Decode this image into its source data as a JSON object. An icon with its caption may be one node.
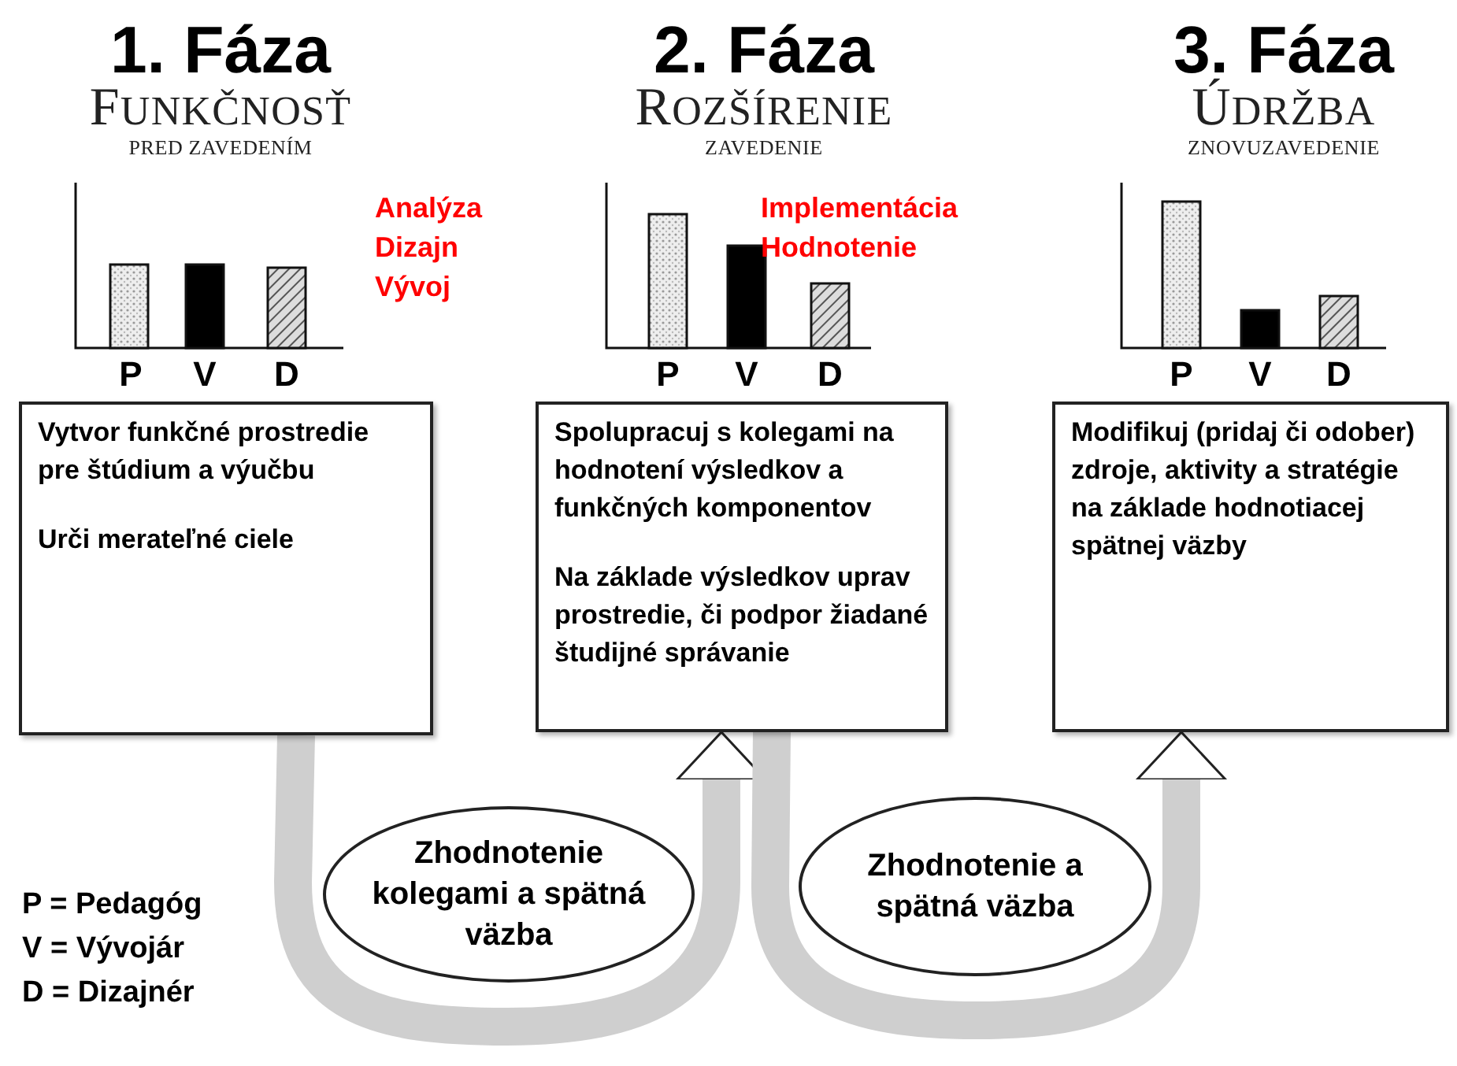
{
  "diagram": {
    "nodes": [
      {
        "text": [
          "Vytvor funkčné prostredie pre štúdium a výučbu",
          "Urči merateľné ciele"
        ]
      },
      {
        "text": [
          "Spolupracuj s kolegami na hodnotení výsledkov a funkčných komponentov",
          "Na základe výsledkov uprav prostredie, či podpor žiadané študijné správanie"
        ]
      },
      {
        "text": [
          "Modifikuj (pridaj či odober) zdroje, aktivity a stratégie na základe hodnotiacej spätnej väzby"
        ]
      },
      {
        "text": [
          "Zhodnotenie kolegami a spätná väzba"
        ]
      },
      {
        "text": [
          "Zhodnotenie a spätná väzba"
        ]
      }
    ],
    "edges": [
      {
        "from": 0,
        "to": 1,
        "arrow": "to"
      },
      {
        "from": 1,
        "to": 2,
        "arrow": "to"
      }
    ],
    "labels": [
      "1. Fáza",
      "FUNKČNOSŤ",
      "PRED ZAVEDENÍM",
      "2. Fáza",
      "ROZŠÍRENIE",
      "ZAVEDENIE",
      "3. Fáza",
      "ÚDRŽBA",
      "ZNOVUZAVEDENIE",
      "Analýza",
      "Dizajn",
      "Vývoj",
      "Implementácia",
      "Hodnotenie",
      "P",
      "V",
      "D",
      "P",
      "V",
      "D",
      "P",
      "V",
      "D",
      "P = Pedagóg",
      "V = Vývojár",
      "D = Dizajnér"
    ]
  }
}
